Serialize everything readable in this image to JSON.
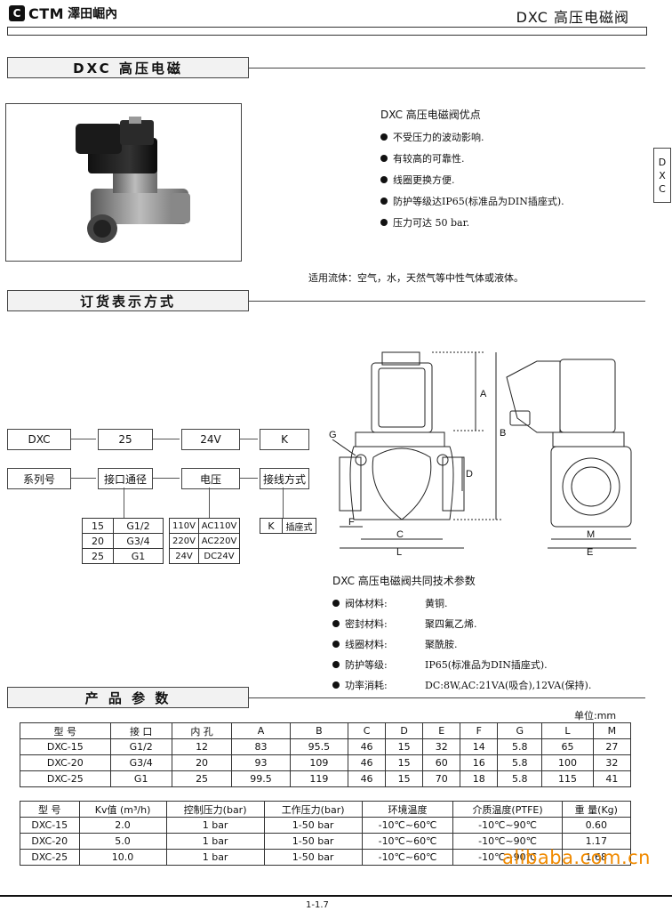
{
  "header": {
    "logo_mark": "C",
    "brand": "CTM",
    "company_cn": "澤田崛內",
    "title": "DXC 高压电磁阀"
  },
  "side_tab": [
    "D",
    "X",
    "C"
  ],
  "section1": {
    "title": "DXC 高压电磁",
    "features_title": "DXC 高压电磁阀优点",
    "features": [
      "不受压力的波动影响.",
      "有较高的可靠性.",
      "线圈更换方便.",
      "防护等级达IP65(标准品为DIN插座式).",
      "压力可达 50 bar."
    ],
    "media_note": "适用流体：空气，水，天然气等中性气体或液体。"
  },
  "section2": {
    "title": "订货表示方式",
    "code_values": [
      "DXC",
      "25",
      "24V",
      "K"
    ],
    "code_labels": [
      "系列号",
      "接口通径",
      "电压",
      "接线方式"
    ],
    "port_table": [
      [
        "15",
        "G1/2"
      ],
      [
        "20",
        "G3/4"
      ],
      [
        "25",
        "G1"
      ]
    ],
    "voltage_table": [
      [
        "110V",
        "AC110V"
      ],
      [
        "220V",
        "AC220V"
      ],
      [
        "24V",
        "DC24V"
      ]
    ],
    "wiring_table": [
      [
        "K",
        "插座式"
      ]
    ]
  },
  "drawing": {
    "labels": {
      "A": "A",
      "B": "B",
      "D": "D",
      "G": "G",
      "F": "F",
      "C": "C",
      "L": "L",
      "M": "M",
      "E": "E"
    }
  },
  "common_params": {
    "title": "DXC 高压电磁阀共同技术参数",
    "items": [
      {
        "k": "阀体材料:",
        "v": "黄铜."
      },
      {
        "k": "密封材料:",
        "v": "聚四氟乙烯."
      },
      {
        "k": "线圈材料:",
        "v": "聚酰胺."
      },
      {
        "k": "防护等级:",
        "v": "IP65(标准品为DIN插座式)."
      },
      {
        "k": "功率消耗:",
        "v": "DC:8W,AC:21VA(吸合),12VA(保持)."
      }
    ]
  },
  "section3": {
    "title": "产 品 参 数",
    "unit": "单位:mm",
    "dim_headers": [
      "型 号",
      "接 口",
      "内 孔",
      "A",
      "B",
      "C",
      "D",
      "E",
      "F",
      "G",
      "L",
      "M"
    ],
    "dim_rows": [
      [
        "DXC-15",
        "G1/2",
        "12",
        "83",
        "95.5",
        "46",
        "15",
        "32",
        "14",
        "5.8",
        "65",
        "27"
      ],
      [
        "DXC-20",
        "G3/4",
        "20",
        "93",
        "109",
        "46",
        "15",
        "60",
        "16",
        "5.8",
        "100",
        "32"
      ],
      [
        "DXC-25",
        "G1",
        "25",
        "99.5",
        "119",
        "46",
        "15",
        "70",
        "18",
        "5.8",
        "115",
        "41"
      ]
    ],
    "perf_headers": [
      "型 号",
      "Kv值 (m³/h)",
      "控制压力(bar)",
      "工作压力(bar)",
      "环境温度",
      "介质温度(PTFE)",
      "重 量(Kg)"
    ],
    "perf_rows": [
      [
        "DXC-15",
        "2.0",
        "1 bar",
        "1-50 bar",
        "-10℃~60℃",
        "-10℃~90℃",
        "0.60"
      ],
      [
        "DXC-20",
        "5.0",
        "1 bar",
        "1-50 bar",
        "-10℃~60℃",
        "-10℃~90℃",
        "1.17"
      ],
      [
        "DXC-25",
        "10.0",
        "1 bar",
        "1-50 bar",
        "-10℃~60℃",
        "-10℃~90℃",
        "1.68"
      ]
    ]
  },
  "footer": {
    "watermark": "alibaba.com.cn",
    "page": "1-1.7"
  }
}
